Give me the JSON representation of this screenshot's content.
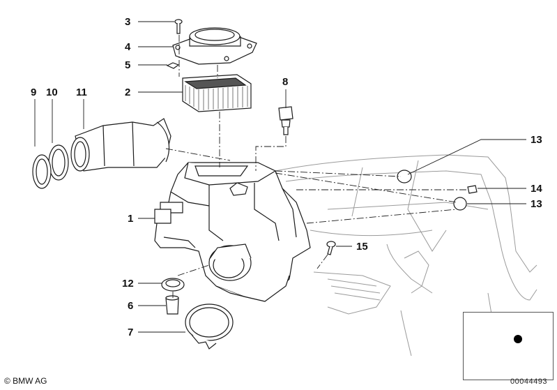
{
  "callouts": [
    {
      "id": "3",
      "label": "3"
    },
    {
      "id": "4",
      "label": "4"
    },
    {
      "id": "5",
      "label": "5"
    },
    {
      "id": "2",
      "label": "2"
    },
    {
      "id": "9",
      "label": "9"
    },
    {
      "id": "10",
      "label": "10"
    },
    {
      "id": "11",
      "label": "11"
    },
    {
      "id": "8",
      "label": "8"
    },
    {
      "id": "13a",
      "label": "13"
    },
    {
      "id": "14",
      "label": "14"
    },
    {
      "id": "13b",
      "label": "13"
    },
    {
      "id": "1",
      "label": "1"
    },
    {
      "id": "15",
      "label": "15"
    },
    {
      "id": "12",
      "label": "12"
    },
    {
      "id": "6",
      "label": "6"
    },
    {
      "id": "7",
      "label": "7"
    }
  ],
  "footer": {
    "copyright": "© BMW AG",
    "drawing_number": "00044493"
  },
  "colors": {
    "line": "#1a1a1a",
    "ghost": "#9a9a9a",
    "marker": "#000000"
  }
}
